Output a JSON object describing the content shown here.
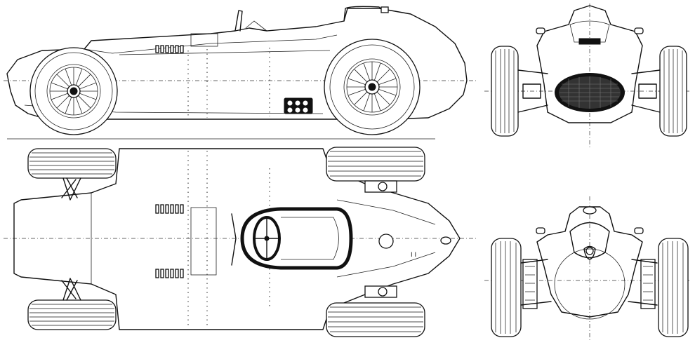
{
  "drawing": {
    "views": [
      {
        "id": "side",
        "description_label": ""
      },
      {
        "id": "top",
        "description_label": ""
      },
      {
        "id": "front",
        "description_label": ""
      },
      {
        "id": "rear",
        "description_label": ""
      }
    ],
    "text_marks": {
      "top_small_mark": "I I"
    },
    "colors": {
      "ink": "#111111",
      "paper": "#ffffff"
    }
  }
}
